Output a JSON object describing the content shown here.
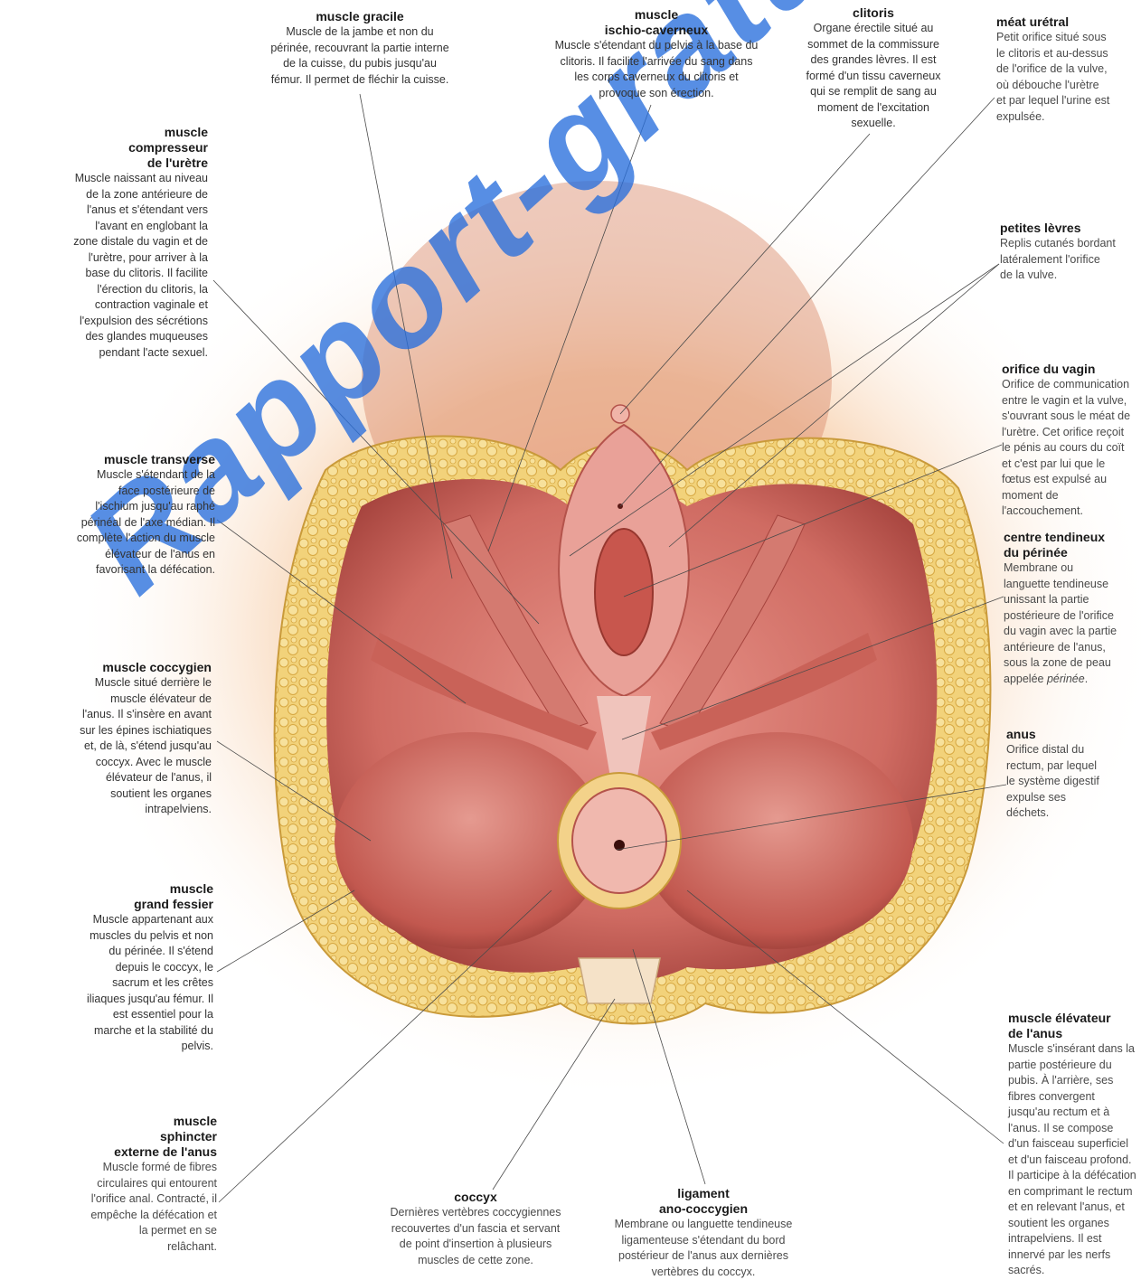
{
  "colors": {
    "background": "#ffffff",
    "fat_tissue": "#f2d27a",
    "fat_dark": "#d7a842",
    "muscle_light": "#e8948a",
    "muscle_mid": "#cf6b62",
    "muscle_dark": "#a5433d",
    "skin_glow": "#f6c9a0",
    "watermark": "#2d6ee0"
  },
  "watermark_text": "Rapport-gratuit.com",
  "labels": {
    "gracile": {
      "title": "muscle gracile",
      "desc": "Muscle de la jambe et non du périnée, recouvrant la partie interne de la cuisse, du pubis jusqu'au fémur. Il permet de fléchir la cuisse."
    },
    "ischio": {
      "title_1": "muscle",
      "title_2": "ischio-caverneux",
      "desc": "Muscle s'étendant du pelvis à la base du clitoris. Il facilite l'arrivée du sang dans les corps caverneux du clitoris et provoque son érection."
    },
    "clitoris": {
      "title": "clitoris",
      "desc": "Organe érectile situé au sommet de la commissure des grandes lèvres. Il est formé d'un tissu caverneux qui se remplit de sang au moment de l'excitation sexuelle."
    },
    "meat": {
      "title": "méat urétral",
      "desc": "Petit orifice situé sous le clitoris et au-dessus de l'orifice de la vulve, où débouche l'urètre et par lequel l'urine est expulsée."
    },
    "compresseur": {
      "title_1": "muscle",
      "title_2": "compresseur",
      "title_3": "de l'urètre",
      "desc": "Muscle naissant au niveau de la zone antérieure de l'anus et s'étendant vers l'avant en englobant la zone distale du vagin et de l'urètre, pour arriver à la base du clitoris. Il facilite l'érection du clitoris, la contraction vaginale et l'expulsion des sécrétions des glandes muqueuses pendant l'acte sexuel."
    },
    "petites": {
      "title": "petites lèvres",
      "desc": "Replis cutanés bordant latéralement l'orifice de la vulve."
    },
    "orifice": {
      "title": "orifice du vagin",
      "desc": "Orifice de communication entre le vagin et la vulve, s'ouvrant sous le méat de l'urètre. Cet orifice reçoit le pénis au cours du coït et c'est par lui que le fœtus est expulsé au moment de l'accouchement."
    },
    "transverse": {
      "title": "muscle transverse",
      "desc": "Muscle s'étendant de la face postérieure de l'ischium jusqu'au raphé périnéal de l'axe médian. Il complète l'action du muscle élévateur de l'anus en favorisant la défécation."
    },
    "centre": {
      "title_1": "centre tendineux",
      "title_2": "du périnée",
      "desc_1": "Membrane ou languette tendineuse unissant la partie postérieure de l'orifice du vagin avec la partie antérieure de l'anus, sous la zone de peau appelée",
      "desc_em": "périnée",
      "desc_2": "."
    },
    "coccygien": {
      "title": "muscle coccygien",
      "desc": "Muscle situé derrière le muscle élévateur de l'anus. Il s'insère en avant sur les épines ischiatiques et, de là, s'étend jusqu'au coccyx. Avec le muscle élévateur de l'anus, il soutient les organes intrapelviens."
    },
    "anus": {
      "title": "anus",
      "desc": "Orifice distal du rectum, par lequel le système digestif expulse ses déchets."
    },
    "fessier": {
      "title_1": "muscle",
      "title_2": "grand fessier",
      "desc": "Muscle appartenant aux muscles du pelvis et non du périnée. Il s'étend depuis le coccyx, le sacrum et les crêtes iliaques jusqu'au fémur. Il est essentiel pour la marche et la stabilité du pelvis."
    },
    "elevateur": {
      "title_1": "muscle élévateur",
      "title_2": "de l'anus",
      "desc": "Muscle s'insérant dans la partie postérieure du pubis. À l'arrière, ses fibres convergent jusqu'au rectum et à l'anus. Il se compose d'un faisceau superficiel et d'un faisceau profond. Il participe à la défécation en comprimant le rectum et en relevant l'anus, et soutient les organes intrapelviens. Il est innervé par les nerfs sacrés."
    },
    "sphincter": {
      "title_1": "muscle",
      "title_2": "sphincter",
      "title_3": "externe de l'anus",
      "desc": "Muscle formé de fibres circulaires qui entourent l'orifice anal. Contracté, il empêche la défécation et la permet en se relâchant."
    },
    "coccyx": {
      "title": "coccyx",
      "desc": "Dernières vertèbres coccygiennes recouvertes d'un fascia et servant de point d'insertion à plusieurs muscles de cette zone."
    },
    "ligament": {
      "title_1": "ligament",
      "title_2": "ano-coccygien",
      "desc": "Membrane ou languette tendineuse ligamenteuse s'étendant du bord postérieur de l'anus aux dernières vertèbres du coccyx."
    }
  }
}
